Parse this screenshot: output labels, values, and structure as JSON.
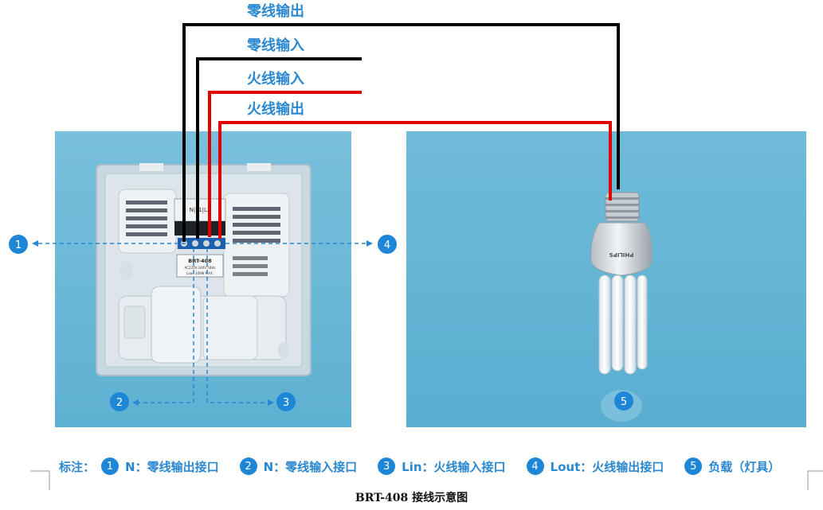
{
  "wire_labels": {
    "neutral_out": "零线输出",
    "neutral_in": "零线输入",
    "live_in": "火线输入",
    "live_out": "火线输出"
  },
  "markers": [
    "1",
    "2",
    "3",
    "4",
    "5"
  ],
  "switch_plate": {
    "terminal_text": "N|L1|L2",
    "model": "BRT-408",
    "spec_line1": "AC220V-240V  50Hz",
    "spec_line2": "Load 300W MAX."
  },
  "bulb_brand": "PHILIPS",
  "legend": {
    "intro": "标注：",
    "items": [
      {
        "num": "1",
        "text": "N：零线输出接口"
      },
      {
        "num": "2",
        "text": "N：零线输入接口"
      },
      {
        "num": "3",
        "text": "Lin：火线输入接口"
      },
      {
        "num": "4",
        "text": "Lout：火线输出接口"
      },
      {
        "num": "5",
        "text": "负载（灯具）"
      }
    ]
  },
  "caption": "BRT-408 接线示意图",
  "colors": {
    "panel_bg": "#6cb8d6",
    "label_blue": "#2a88d0",
    "marker_blue": "#1e86d6",
    "neutral_wire": "#000000",
    "live_wire": "#e00000"
  }
}
